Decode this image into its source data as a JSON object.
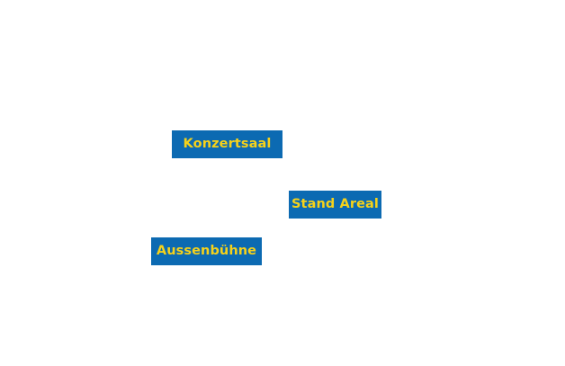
{
  "venue_map": {
    "labels": [
      {
        "text": "Konzertsaal"
      },
      {
        "text": "Stand Areal"
      },
      {
        "text": "Aussenbühne"
      }
    ]
  },
  "colors": {
    "label_background": "#0c6ab2",
    "label_text": "#f6d21a",
    "page_background": "#ffffff"
  }
}
